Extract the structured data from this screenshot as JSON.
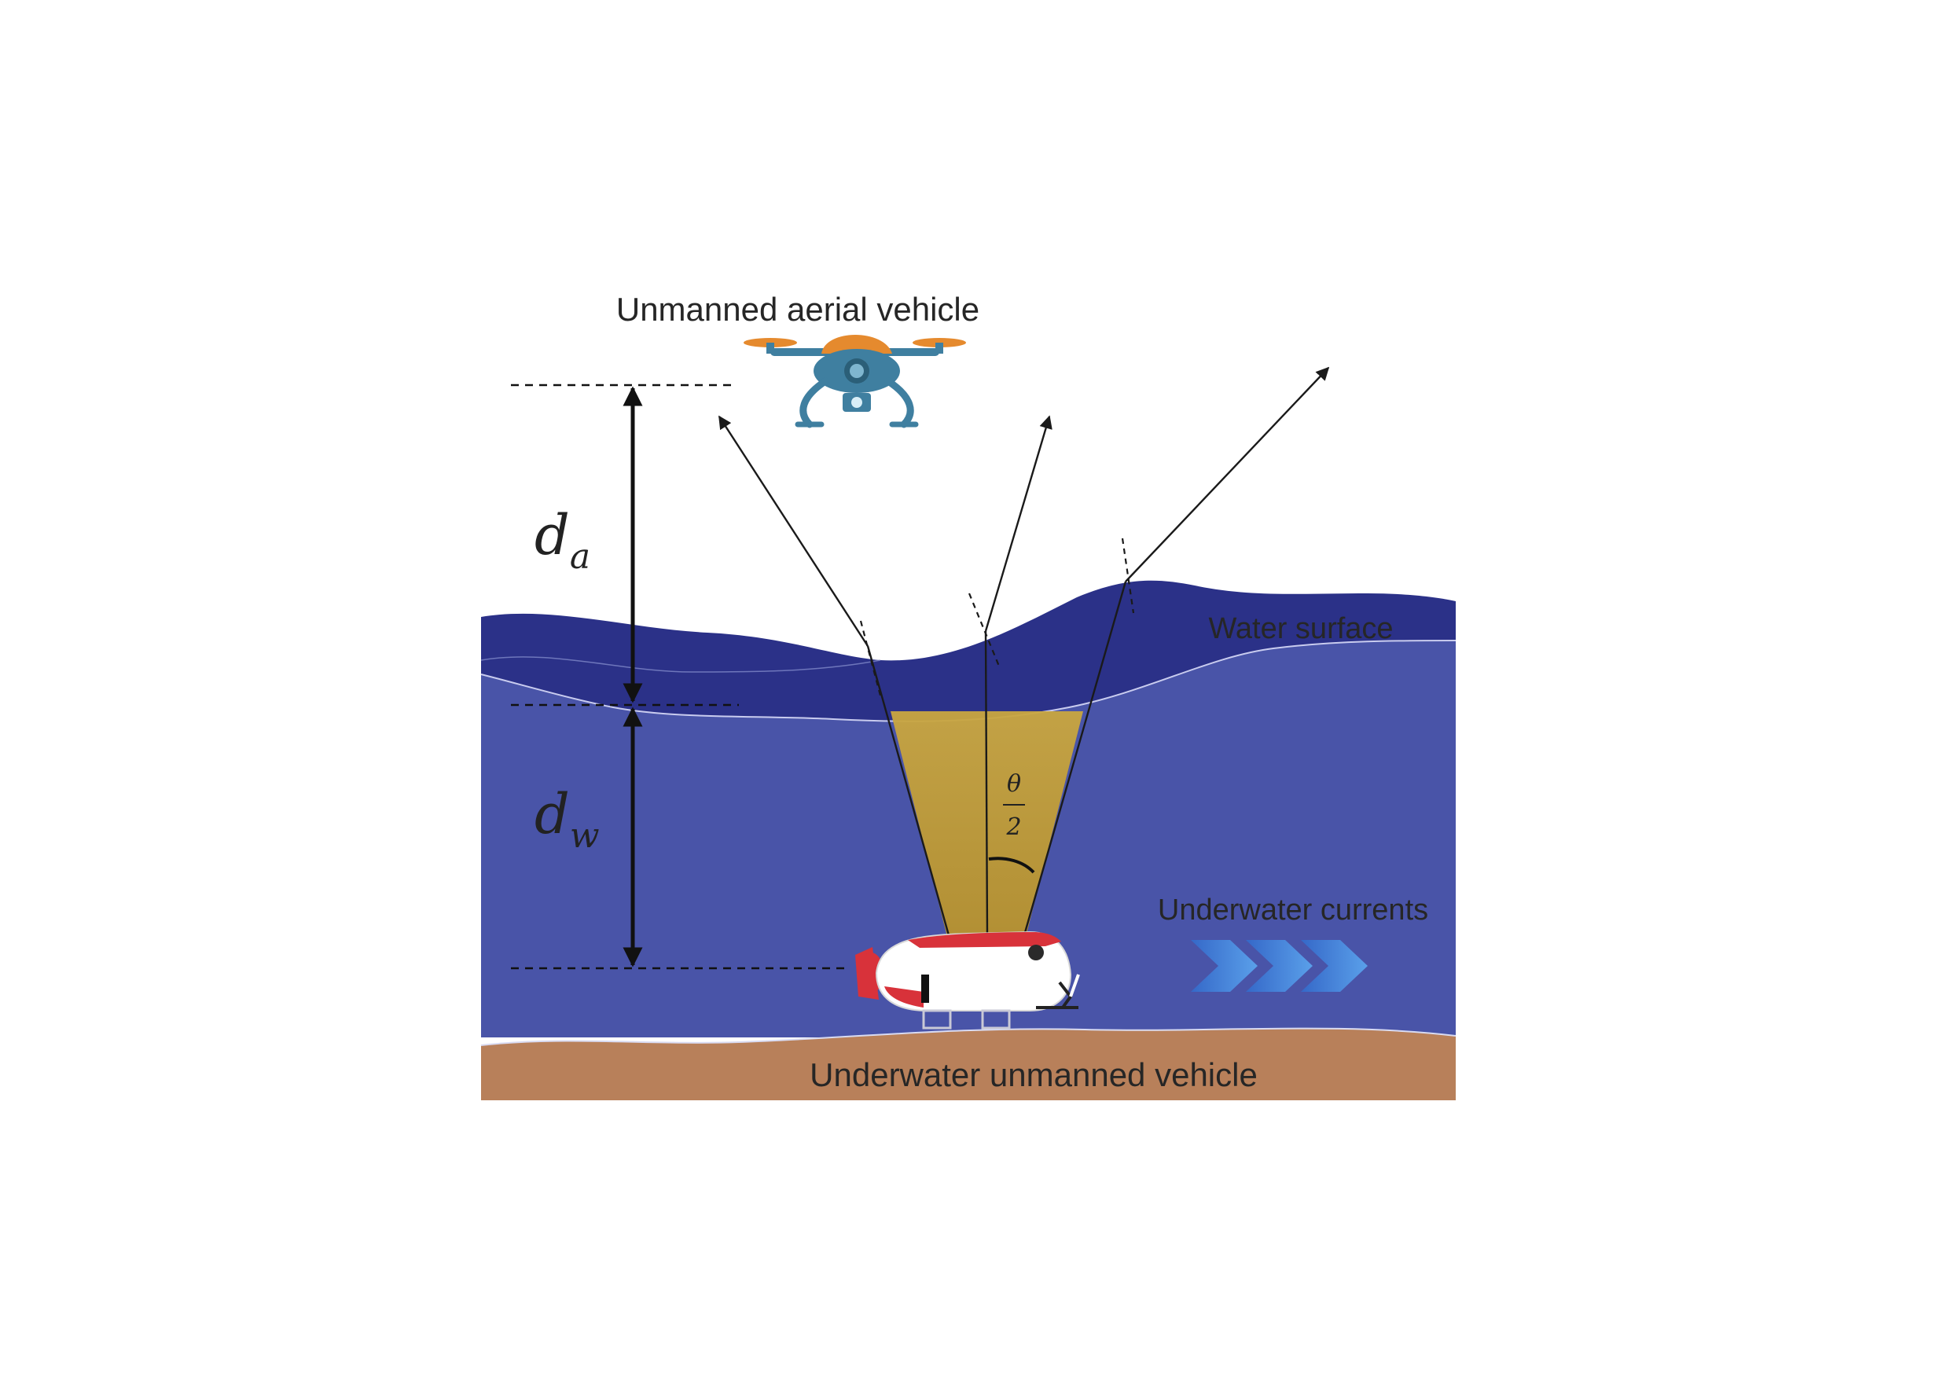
{
  "labels": {
    "uav": "Unmanned aerial vehicle",
    "water_surface": "Water surface",
    "currents": "Underwater currents",
    "uuv": "Underwater unmanned vehicle"
  },
  "math": {
    "da_main": "d",
    "da_sub": "a",
    "dw_main": "d",
    "dw_sub": "w",
    "theta": "θ",
    "two": "2"
  },
  "colors": {
    "sky": "#ffffff",
    "surface_band": "#2b3188",
    "water": "#4954a8",
    "seabed": "#b8805a",
    "light_cone": "#c9a640",
    "arrow": "#1a1a1a",
    "currents_arrow": "#3e7fd6",
    "drone_body": "#3f7fa0",
    "drone_top": "#e58a2e",
    "uuv_body": "#ffffff",
    "uuv_accent": "#d8323a"
  }
}
